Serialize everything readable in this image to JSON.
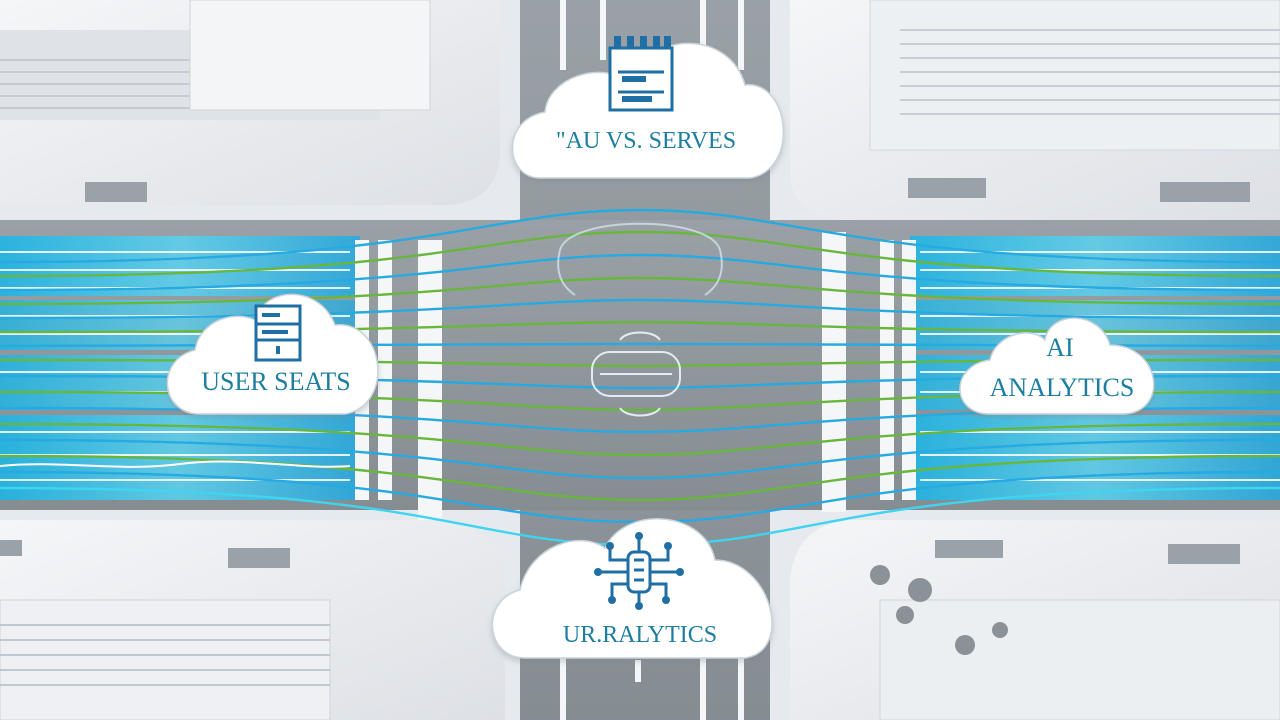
{
  "clouds": {
    "top": {
      "label": "\"AU VS. SERVES",
      "icon": "server-rack-icon"
    },
    "left": {
      "label": "USER SEATS",
      "icon": "server-icon"
    },
    "right": {
      "line1": "AI",
      "line2": "ANALYTICS",
      "icon": "none"
    },
    "bottom": {
      "label": "UR.RALYTICS",
      "icon": "circuit-chip-icon"
    }
  },
  "colors": {
    "road": "#8f969b",
    "buildings": "#eef0f3",
    "flow_blue": "#27a9e1",
    "flow_cyan": "#3fd4ef",
    "flow_green": "#69b63c",
    "label_teal": "#1d7ea0",
    "icon_blue": "#1f6fa5"
  }
}
